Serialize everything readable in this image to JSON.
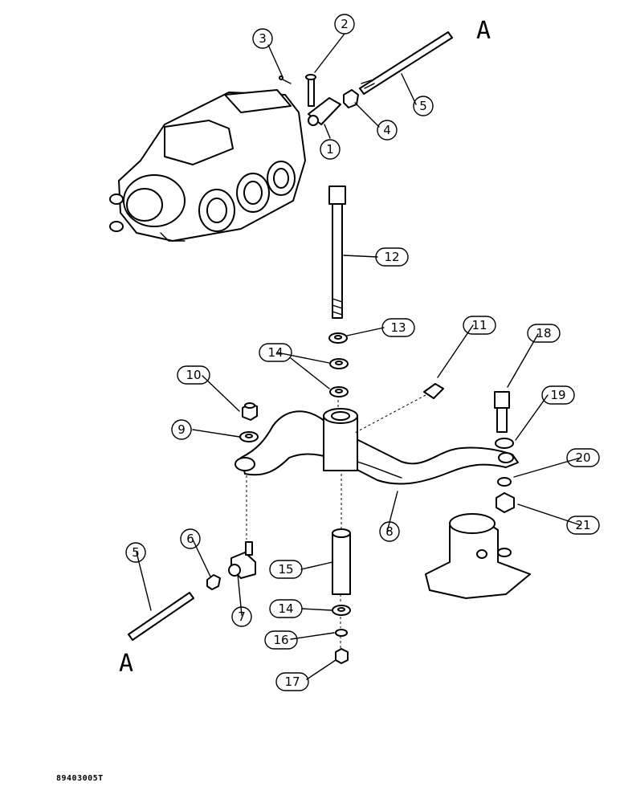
{
  "callouts": {
    "c1": "1",
    "c2": "2",
    "c3": "3",
    "c4": "4",
    "c5a": "5",
    "c5b": "5",
    "c6": "6",
    "c7": "7",
    "c8": "8",
    "c9": "9",
    "c10": "10",
    "c11": "11",
    "c12": "12",
    "c13": "13",
    "c14a": "14",
    "c14b": "14",
    "c15": "15",
    "c16": "16",
    "c17": "17",
    "c18": "18",
    "c19": "19",
    "c20": "20",
    "c21": "21"
  },
  "reference_marks": {
    "top": "A",
    "bottom": "A"
  },
  "figure_code": "89403005T"
}
